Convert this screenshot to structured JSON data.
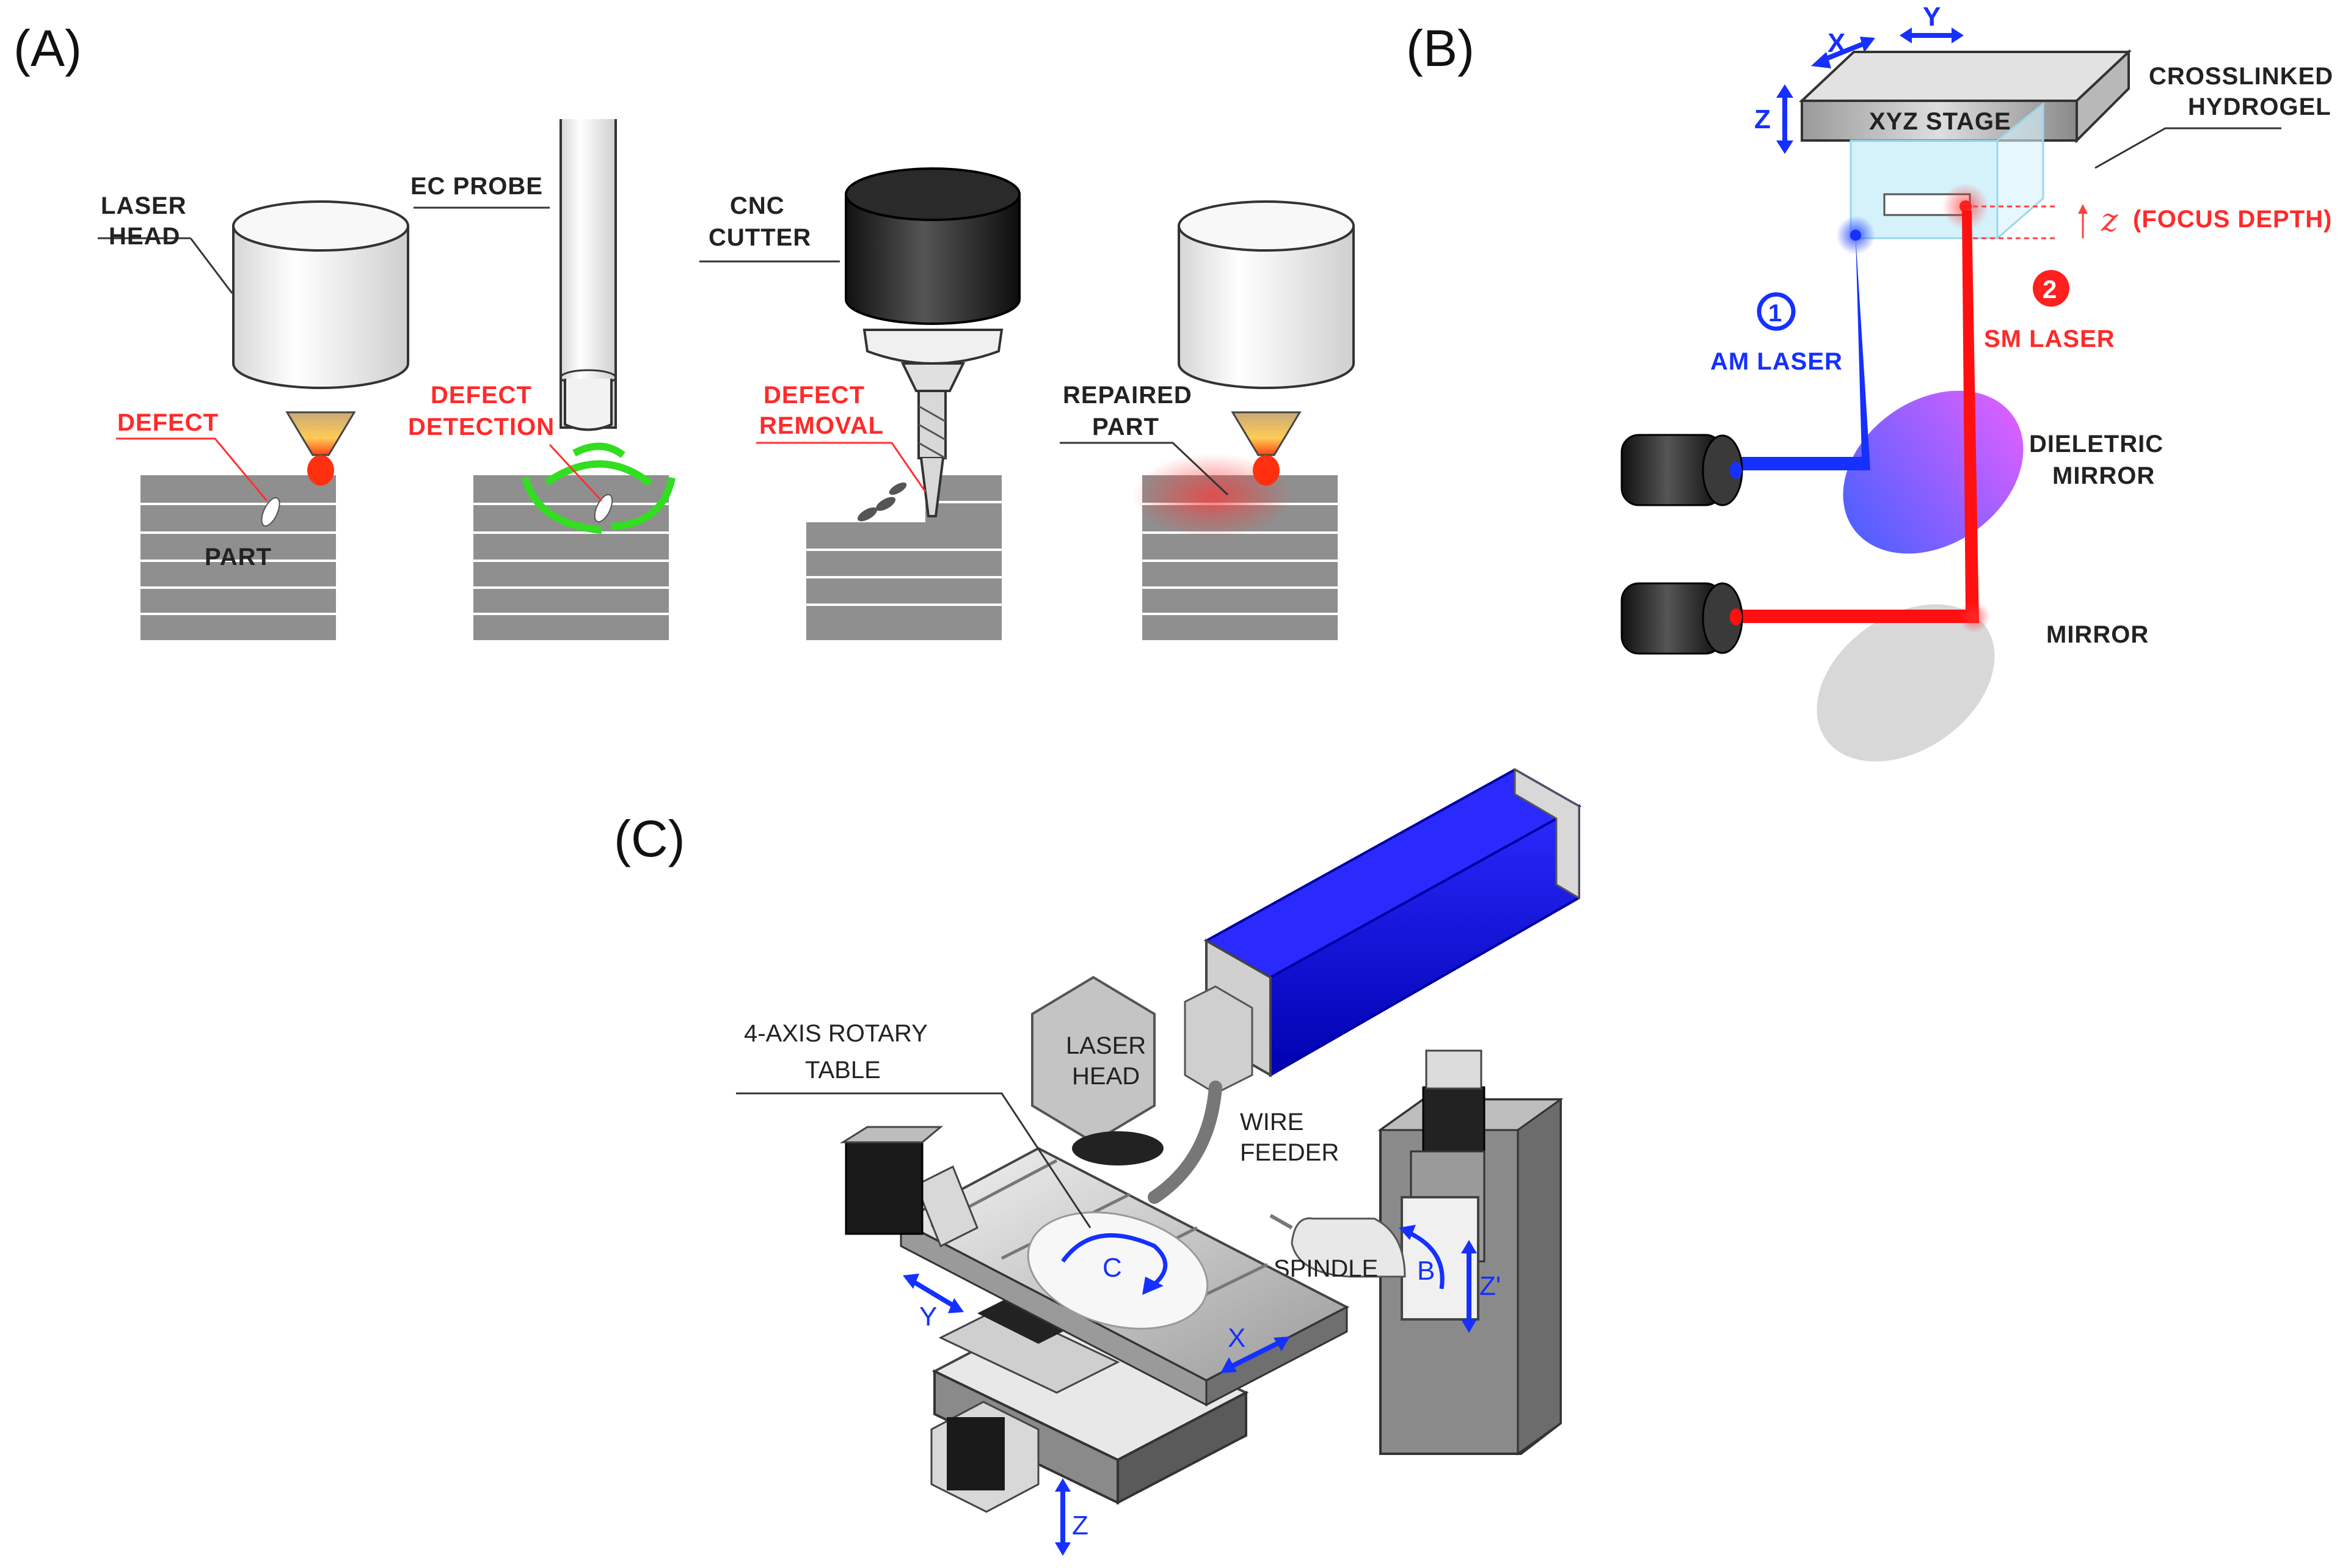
{
  "panel_a": {
    "tag": "(A)",
    "laser_head_line1": "LASER",
    "laser_head_line2": "HEAD",
    "defect": "DEFECT",
    "part": "PART",
    "ec_probe": "EC PROBE",
    "defect_detection_line1": "DEFECT",
    "defect_detection_line2": "DETECTION",
    "cnc_cutter_line1": "CNC",
    "cnc_cutter_line2": "CUTTER",
    "defect_removal_line1": "DEFECT",
    "defect_removal_line2": "REMOVAL",
    "repaired_part_line1": "REPAIRED",
    "repaired_part_line2": "PART"
  },
  "panel_b": {
    "tag": "(B)",
    "axis_x": "X",
    "axis_y": "Y",
    "axis_z": "Z",
    "xyz_stage": "XYZ STAGE",
    "crosslinked_line1": "CROSSLINKED",
    "crosslinked_line2": "HYDROGEL",
    "focus_symbol": "z",
    "focus_depth": "(FOCUS DEPTH)",
    "am_number": "1",
    "am_laser": "AM LASER",
    "sm_number": "2",
    "sm_laser": "SM LASER",
    "dieletric_line1": "DIELETRIC",
    "dieletric_line2": "MIRROR",
    "mirror": "MIRROR"
  },
  "panel_c": {
    "tag": "(C)",
    "rotary_line1": "4-AXIS ROTARY",
    "rotary_line2": "TABLE",
    "laser_head_line1": "LASER",
    "laser_head_line2": "HEAD",
    "wire_feeder_line1": "WIRE",
    "wire_feeder_line2": "FEEDER",
    "spindle": "SPINDLE",
    "axis_c": "C",
    "axis_b": "B",
    "axis_zp": "Z'",
    "axis_x": "X",
    "axis_y": "Y",
    "axis_z": "Z"
  },
  "colors": {
    "accent_red": "#ff2a2a",
    "accent_blue": "#1530ff",
    "detection_green": "#33dd22",
    "part_gray": "#8f8f8f"
  }
}
